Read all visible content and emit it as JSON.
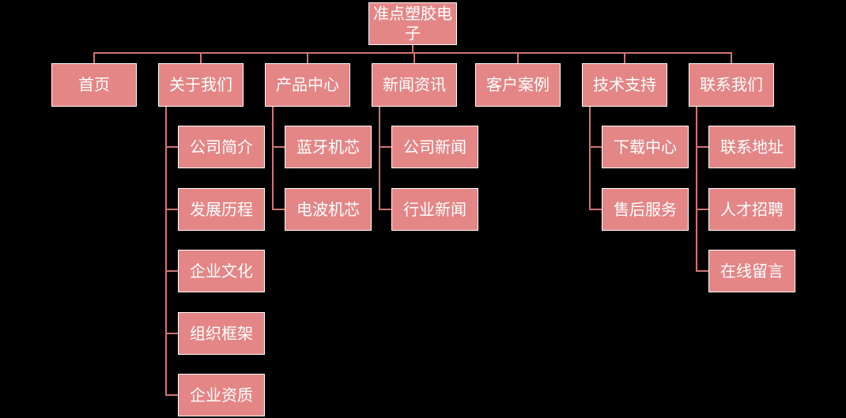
{
  "colors": {
    "background": "#000000",
    "node_fill": "#e48686",
    "node_border": "#ffffff",
    "node_text": "#ffffff",
    "connector": "#d07474"
  },
  "sitemap": {
    "root": {
      "label": "准点塑胶电子"
    },
    "level1": [
      {
        "label": "首页",
        "children": []
      },
      {
        "label": "关于我们",
        "children": [
          {
            "label": "公司简介"
          },
          {
            "label": "发展历程"
          },
          {
            "label": "企业文化"
          },
          {
            "label": "组织框架"
          },
          {
            "label": "企业资质"
          }
        ]
      },
      {
        "label": "产品中心",
        "children": [
          {
            "label": "蓝牙机芯"
          },
          {
            "label": "电波机芯"
          }
        ]
      },
      {
        "label": "新闻资讯",
        "children": [
          {
            "label": "公司新闻"
          },
          {
            "label": "行业新闻"
          }
        ]
      },
      {
        "label": "客户案例",
        "children": []
      },
      {
        "label": "技术支持",
        "children": [
          {
            "label": "下载中心"
          },
          {
            "label": "售后服务"
          }
        ]
      },
      {
        "label": "联系我们",
        "children": [
          {
            "label": "联系地址"
          },
          {
            "label": "人才招聘"
          },
          {
            "label": "在线留言"
          }
        ]
      }
    ]
  }
}
